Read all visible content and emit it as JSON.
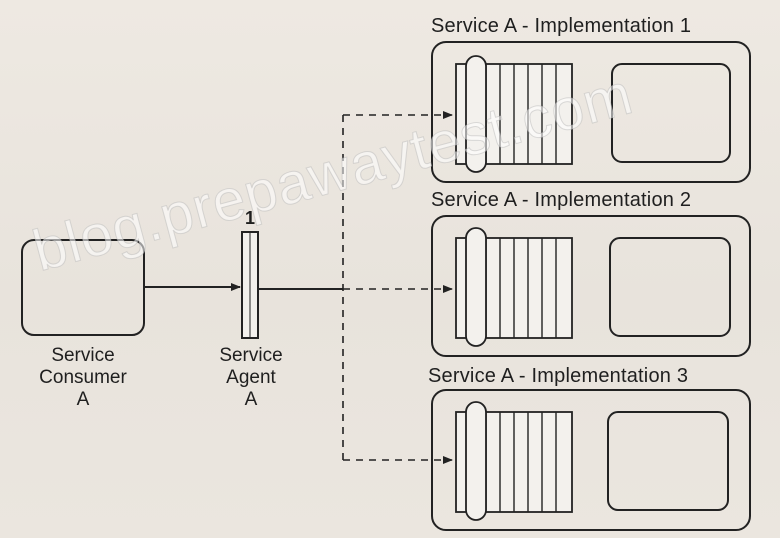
{
  "consumer": {
    "line1": "Service",
    "line2": "Consumer",
    "line3": "A"
  },
  "agent": {
    "number": "1",
    "line1": "Service",
    "line2": "Agent",
    "line3": "A"
  },
  "implementations": [
    {
      "title": "Service A - Implementation 1"
    },
    {
      "title": "Service A - Implementation 2"
    },
    {
      "title": "Service A - Implementation 3"
    }
  ],
  "watermark": "blog.prepawaytest.com",
  "colors": {
    "background": "#ece7e0",
    "stroke": "#222222"
  }
}
